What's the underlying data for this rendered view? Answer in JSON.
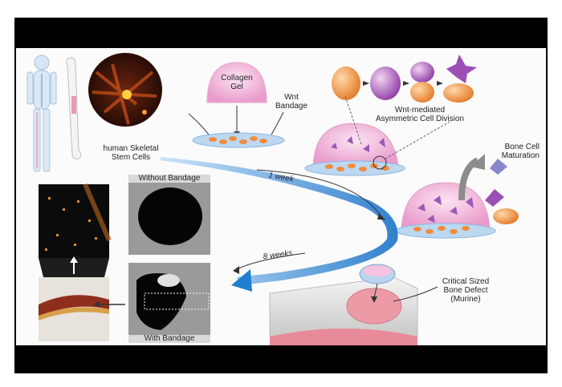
{
  "labels": {
    "stem_cells_line1": "human Skeletal",
    "stem_cells_line2": "Stem Cells",
    "gel_line1": "Collagen",
    "gel_line2": "Gel",
    "bandage_line1": "Wnt",
    "bandage_line2": "Bandage",
    "division_line1": "Wnt-mediated",
    "division_line2": "Asymmetric Cell Division",
    "maturation_line1": "Bone Cell",
    "maturation_line2": "Maturation",
    "defect_line1": "Critical Sized",
    "defect_line2": "Bone Defect",
    "defect_line3": "(Murine)",
    "time_1": "1 week",
    "time_8": "8 weeks",
    "without_bandage": "Without Bandage",
    "with_bandage": "With Bandage"
  },
  "colors": {
    "arrow_blue": "#2a8ad8",
    "gel_pink": "#f2b3d8",
    "cell_orange": "#f08c3c",
    "cell_purple": "#9b59b6",
    "bandage_blue": "#a9cdee"
  }
}
